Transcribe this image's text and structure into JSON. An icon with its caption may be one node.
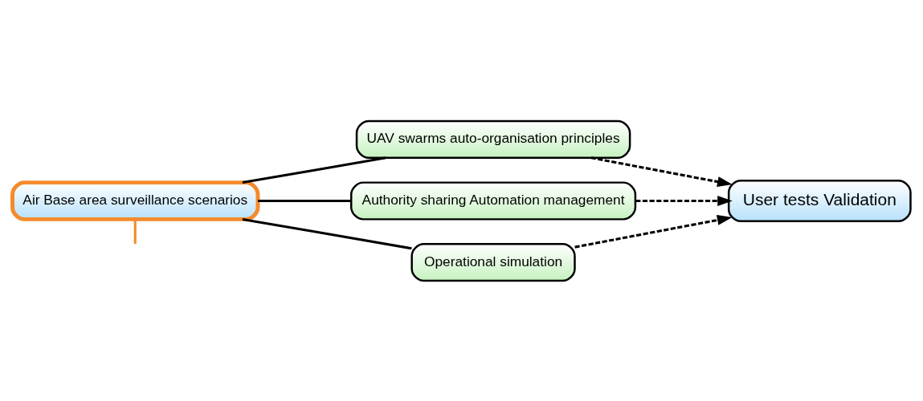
{
  "diagram": {
    "nodes": [
      {
        "text": [
          "Air Base area surveillance scenarios"
        ]
      },
      {
        "text": [
          "UAV swarms auto-organisation principles"
        ]
      },
      {
        "text": [
          "Authority sharing Automation management"
        ]
      },
      {
        "text": [
          "Operational simulation"
        ]
      },
      {
        "text": [
          "User tests Validation"
        ]
      }
    ],
    "edges": [
      {
        "from": 0,
        "to": 1,
        "arrow": "none"
      },
      {
        "from": 0,
        "to": 2,
        "arrow": "none"
      },
      {
        "from": 0,
        "to": 3,
        "arrow": "none"
      },
      {
        "from": 1,
        "to": 4,
        "arrow": "to",
        "style": "dashed"
      },
      {
        "from": 2,
        "to": 4,
        "arrow": "to",
        "style": "dashed"
      },
      {
        "from": 3,
        "to": 4,
        "arrow": "to",
        "style": "dashed"
      },
      {
        "from": 0,
        "to": null,
        "arrow": "none",
        "color": "#f58a2c"
      }
    ]
  }
}
